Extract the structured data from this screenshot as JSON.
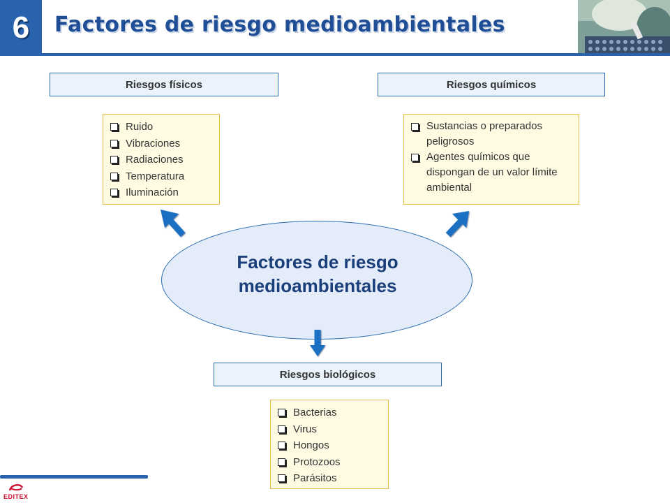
{
  "header": {
    "chapter_number": "6",
    "title": "Factores de riesgo medioambientales"
  },
  "center": {
    "label": "Factores de riesgo medioambientales"
  },
  "categories": [
    {
      "title": "Riesgos físicos",
      "items": [
        "Ruido",
        "Vibraciones",
        "Radiaciones",
        "Temperatura",
        "Iluminación"
      ]
    },
    {
      "title": "Riesgos químicos",
      "items": [
        "Sustancias o preparados peligrosos",
        "Agentes químicos que dispongan de un valor límite ambiental"
      ]
    },
    {
      "title": "Riesgos biológicos",
      "items": [
        "Bacterias",
        "Virus",
        "Hongos",
        "Protozoos",
        "Parásitos"
      ]
    }
  ],
  "footer": {
    "logo_text": "EDITEX"
  },
  "colors": {
    "header_blue": "#2a63ad",
    "title_blue": "#1f4e96",
    "arrow_blue": "#1f6fc4",
    "list_bg": "#fffbe3",
    "list_border": "#e6c24a",
    "category_bg": "#eaf3fb",
    "ellipse_bg": "#e4ecf9",
    "logo_red": "#c8102e"
  },
  "icons": [
    "bullet-checkbox-icon",
    "arrow-up-left-icon",
    "arrow-up-right-icon",
    "arrow-down-icon",
    "editex-logo-icon"
  ]
}
